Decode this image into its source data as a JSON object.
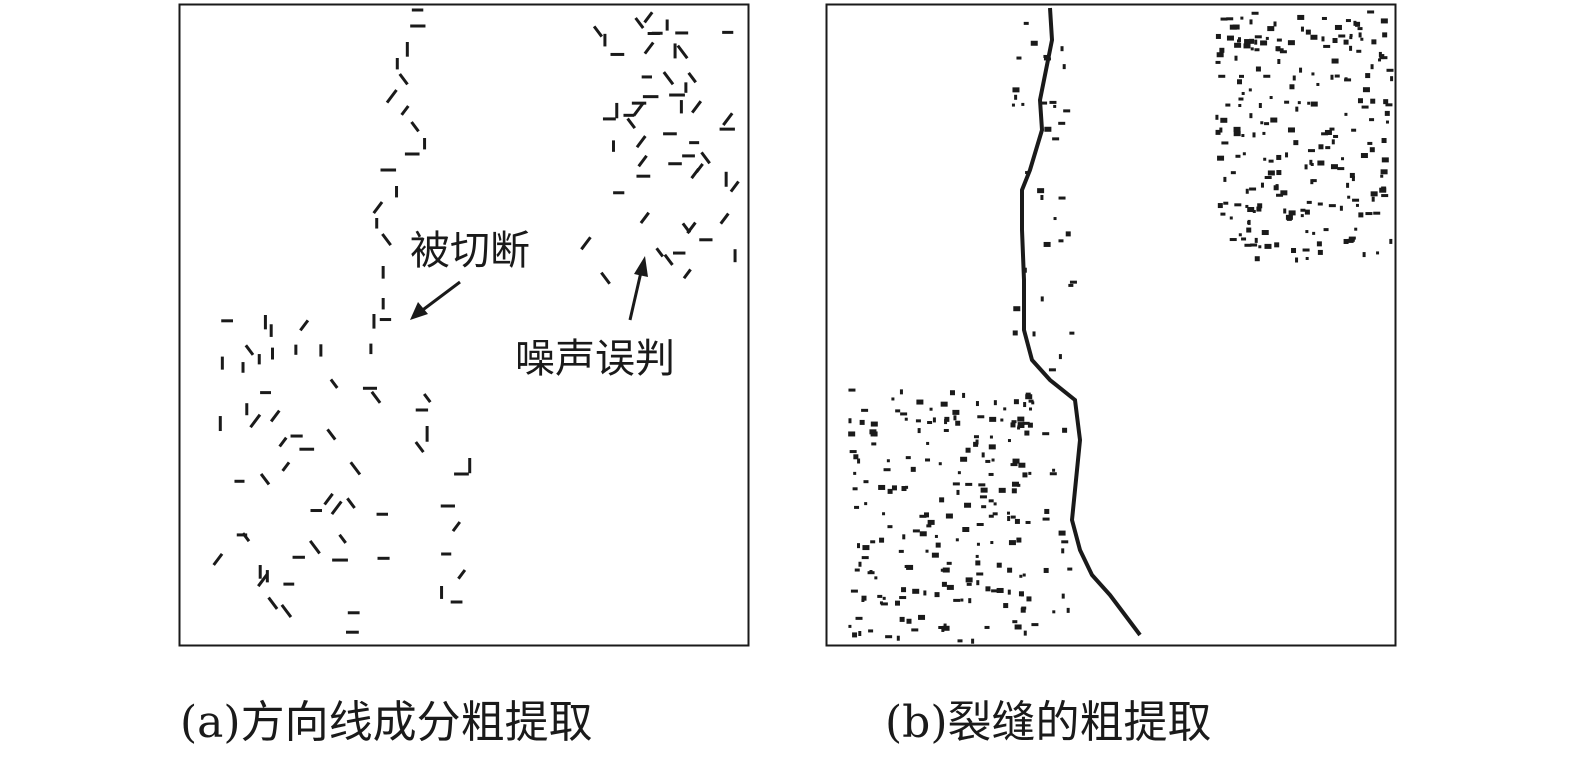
{
  "panel_a": {
    "annotation_cut": "被切断",
    "annotation_noise": "噪声误判",
    "caption": "(a)方向线成分粗提取"
  },
  "panel_b": {
    "caption": "(b)裂缝的粗提取"
  },
  "colors": {
    "ink": "#1a1a1a",
    "background": "#ffffff"
  }
}
